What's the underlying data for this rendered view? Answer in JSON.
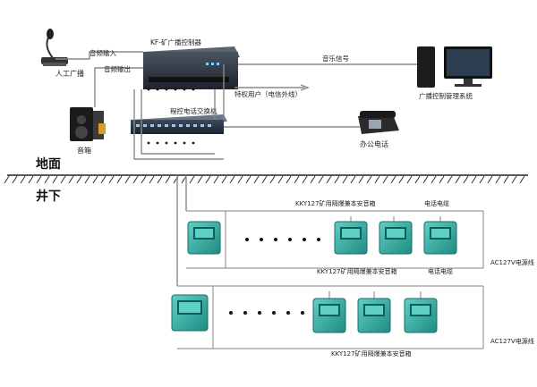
{
  "colors": {
    "wire": "#8a8a8a",
    "device_green": "#2a9d8f",
    "device_teal": "#3aa6a0",
    "rack": "#2e3440",
    "ground": "#222222"
  },
  "surface": {
    "ground_label": "地面",
    "underground_label": "井下"
  },
  "top": {
    "manual_broadcast": "人工广播",
    "audio_input": "音频输入",
    "audio_output": "音频输出",
    "speaker": "音箱",
    "controller": "KF-矿广播控制器",
    "music_signal": "音乐信号",
    "host_pc": "广播控制管理系统",
    "special_user": "特权用户（电信外线）",
    "switch": "程控电话交换机",
    "office_phone": "办公电话"
  },
  "rows": [
    {
      "bus_label": "KKY127矿用隔爆兼本安音箱",
      "phone_line": "电话电缆",
      "left_dots": "……",
      "power_label": "AC127V电源线",
      "bottom_label": "KKY127矿用隔爆兼本安音箱",
      "bottom_phone_line": "电话电缆"
    },
    {
      "bottom_label": "KKY127矿用隔爆兼本安音箱",
      "power_label": "AC127V电源线"
    }
  ]
}
